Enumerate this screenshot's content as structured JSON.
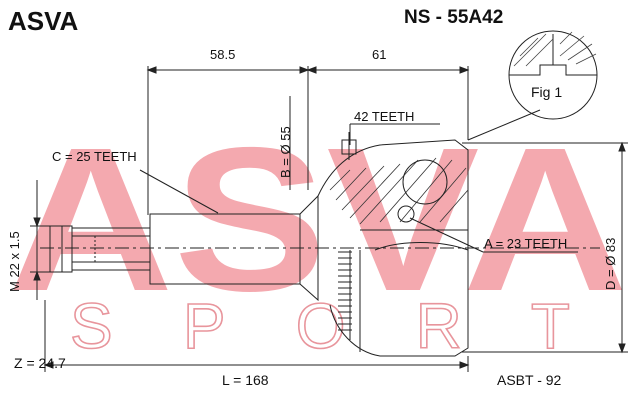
{
  "brand": "ASVA",
  "part_number": "NS - 55A42",
  "watermark": {
    "top": "ASVA",
    "bottom": "SPORT",
    "color": "#f2a2a8"
  },
  "figure_label": "Fig 1",
  "dimensions": {
    "length_a": "58.5",
    "length_b": "61",
    "outer_teeth": "42 TEETH",
    "shaft_teeth": "C = 25 TEETH",
    "inner_teeth": "A = 23 TEETH",
    "diameter_b": "B = Ø 55",
    "diameter_d": "D = Ø 83",
    "thread": "M 22 x 1.5",
    "z": "Z = 24.7",
    "total_length": "L = 168",
    "boot": "ASBT - 92"
  },
  "colors": {
    "line": "#222222",
    "watermark": "#f2a2a8"
  }
}
